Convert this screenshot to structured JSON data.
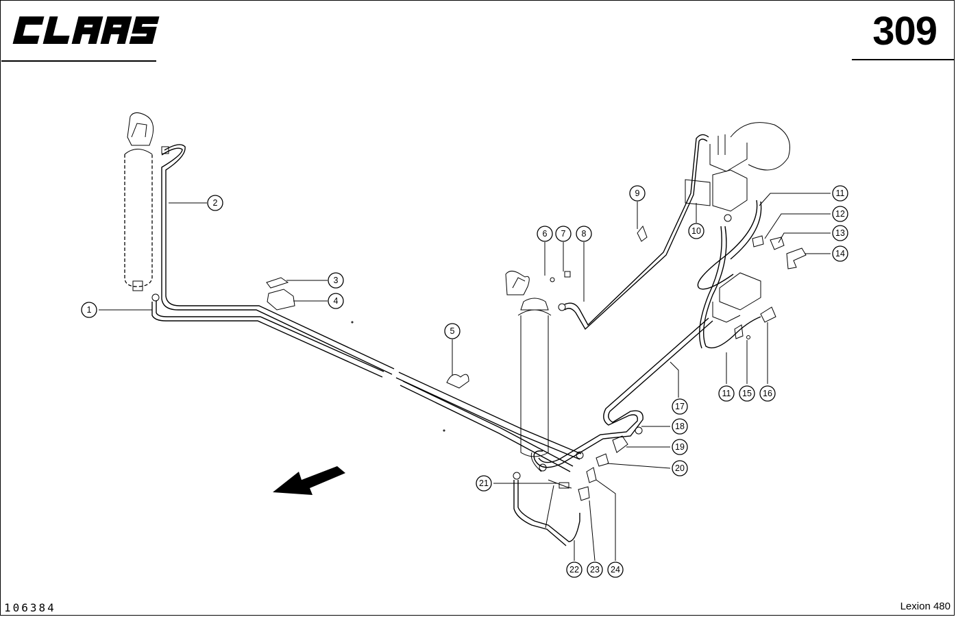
{
  "header": {
    "brand": "CLAAS",
    "page_number": "309"
  },
  "footer": {
    "drawing_number": "106384",
    "model": "Lexion 480"
  },
  "callouts": [
    "1",
    "2",
    "3",
    "4",
    "5",
    "6",
    "7",
    "8",
    "9",
    "10",
    "11",
    "12",
    "13",
    "14",
    "11",
    "15",
    "16",
    "17",
    "18",
    "19",
    "20",
    "21",
    "22",
    "23",
    "24"
  ]
}
